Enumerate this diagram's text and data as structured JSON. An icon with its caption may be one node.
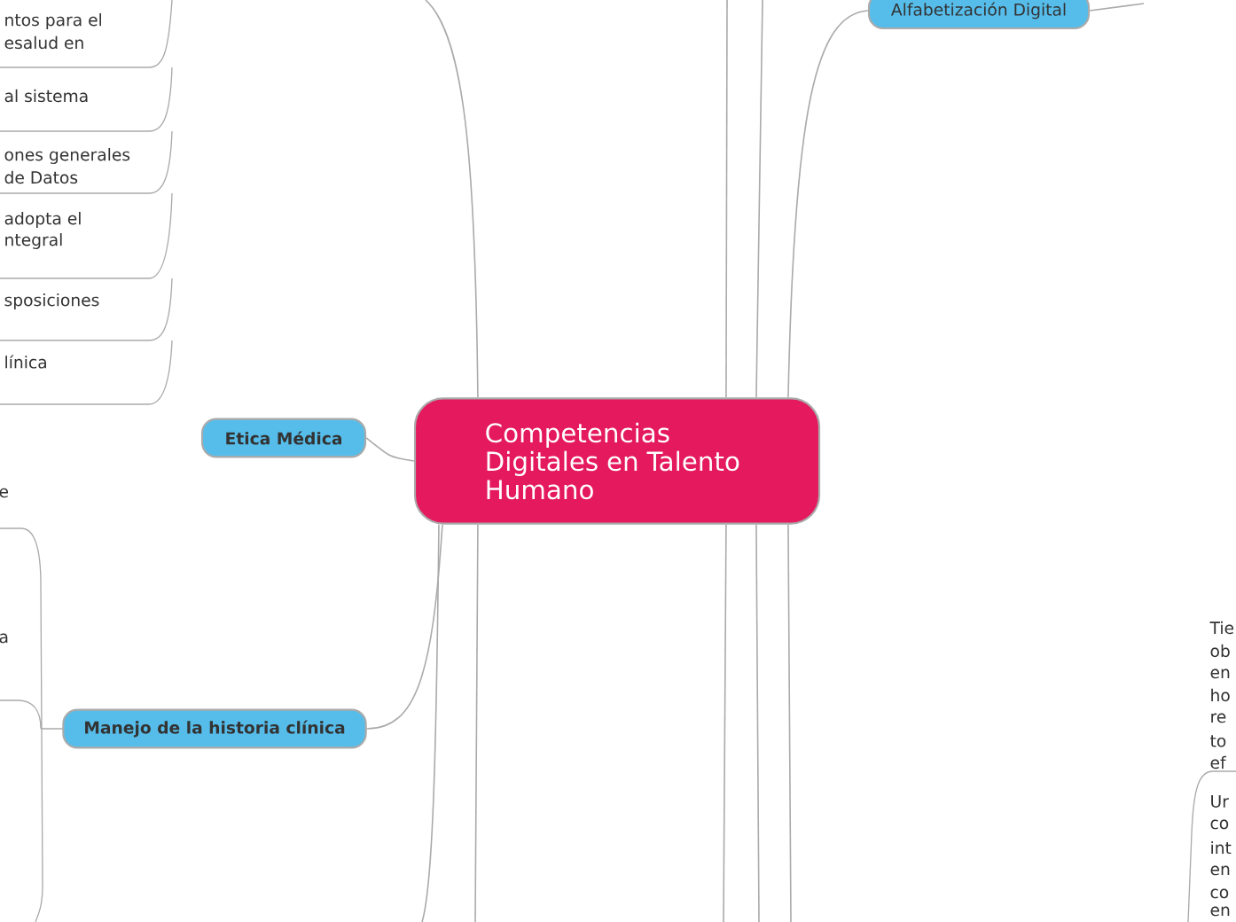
{
  "diagram": {
    "nodes": [
      {
        "text": [
          "Competencias Digitales en Talento Humano"
        ]
      },
      {
        "text": [
          "Etica Médica"
        ]
      },
      {
        "text": [
          "Manejo de la historia clínica"
        ]
      },
      {
        "text": [
          "Alfabetización Digital"
        ]
      }
    ],
    "edges": [
      {
        "from": 0,
        "to": 1,
        "arrow": "none"
      },
      {
        "from": 0,
        "to": 2,
        "arrow": "none"
      },
      {
        "from": 0,
        "to": 3,
        "arrow": "none"
      },
      {
        "from": 3,
        "to": null,
        "arrow": "none"
      },
      {
        "from": 0,
        "to": null,
        "arrow": "none"
      },
      {
        "from": 0,
        "to": null,
        "arrow": "none"
      },
      {
        "from": 0,
        "to": null,
        "arrow": "none"
      },
      {
        "from": 0,
        "to": null,
        "arrow": "none"
      },
      {
        "from": 0,
        "to": null,
        "arrow": "none"
      },
      {
        "from": 0,
        "to": null,
        "arrow": "none"
      },
      {
        "from": 0,
        "to": null,
        "arrow": "none"
      },
      {
        "from": 0,
        "to": null,
        "arrow": "none"
      }
    ],
    "labels": [
      "ntos para el",
      "esalud en",
      "al sistema",
      "ones generales",
      "de Datos",
      "adopta el",
      "ntegral",
      "sposiciones",
      "línica",
      "e",
      "a",
      "Tie",
      "ob",
      "en",
      "ho",
      "re",
      "to",
      "ef",
      "Ur",
      "co",
      "int",
      "en",
      "co",
      "en"
    ]
  }
}
